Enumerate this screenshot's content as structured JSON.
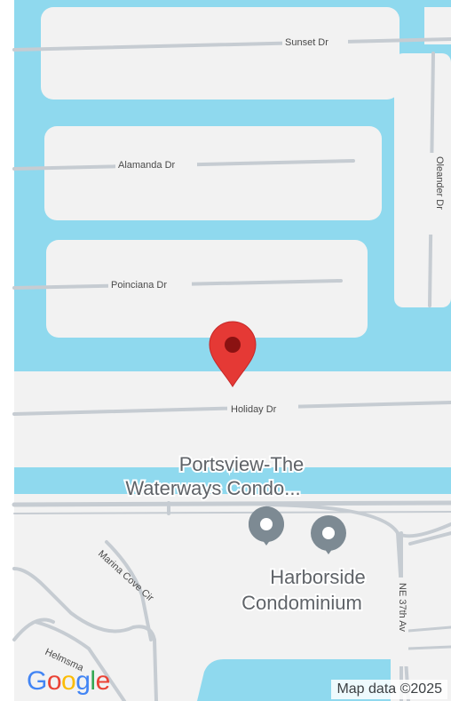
{
  "streets": {
    "sunset": "Sunset Dr",
    "alamanda": "Alamanda Dr",
    "oleander": "Oleander Dr",
    "poinciana": "Poinciana Dr",
    "holiday": "Holiday Dr",
    "marina_cove": "Marina Cove Cir",
    "ne_37th": "NE 37th Av",
    "helmsman": "Helmsma"
  },
  "places": {
    "portsview_line1": "Portsview-The",
    "portsview_line2": "Waterways Condo...",
    "harborside_line1": "Harborside",
    "harborside_line2": "Condominium"
  },
  "logo": {
    "letters": [
      "G",
      "o",
      "o",
      "g",
      "l",
      "e"
    ],
    "colors": [
      "#4285F4",
      "#EA4335",
      "#FBBC05",
      "#4285F4",
      "#34A853",
      "#EA4335"
    ]
  },
  "attribution": "Map data ©2025",
  "colors": {
    "water": "#8fd9ee",
    "land": "#f2f2f2",
    "road": "#c6ccd2",
    "marker": "#e53935",
    "poi_pin": "#7d8a93"
  }
}
